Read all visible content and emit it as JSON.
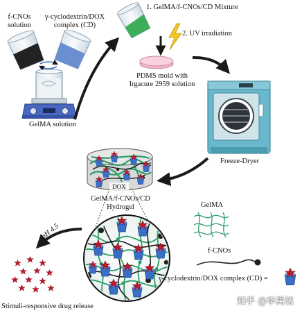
{
  "labels": {
    "fcnos_solution": "f-CNOs\nsolution",
    "cd_complex": "γ-cyclodextrin/DOX\ncomplex (CD)",
    "gelma_solution": "GelMA solution",
    "step1": "1. GelMA/f-CNOs/CD Mixture",
    "step2": "2. UV irradiation",
    "pdms_mold": "PDMS mold with\nIrgacure 2959  solution",
    "freeze_dryer": "Freeze-Dryer",
    "dox_tag": "DOX",
    "hydrogel": "GelMA/f-CNOs/CD\nHydrogel",
    "ph": "pH 4.5",
    "release": "Stimuli-responsive drug release",
    "legend_gelma": "GelMA",
    "legend_fcnos": "f-CNOs",
    "legend_cd": "γ-cyclodextrin/DOX complex (CD) ="
  },
  "watermark": "知乎 @李禹铭",
  "colors": {
    "arrow": "#1a1a1a",
    "green_liquid": "#3cae5a",
    "blue_liquid": "#6a8fd0",
    "black_liquid": "#222222",
    "gelma_net": "#2e9e6a",
    "dox_red": "#c0182d",
    "cd_blue": "#3a6fc8",
    "dryer_body": "#6ab7cc",
    "lightning": "#f2c62a",
    "pdms_pink": "#f2b7c8"
  }
}
